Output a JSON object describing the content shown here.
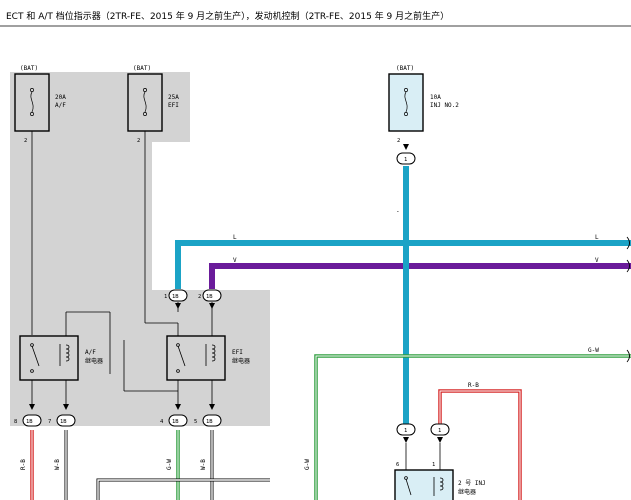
{
  "title": "ECT 和 A/T 档位指示器（2TR-FE、2015 年 9 月之前生产），发动机控制（2TR-FE、2015 年 9 月之前生产）",
  "colors": {
    "shade": "#d3d3d3",
    "wire_L": "#1ba3c6",
    "wire_V": "#6a1b9a",
    "wire_GW": "#2e9e3e",
    "wire_RB": "#d62828",
    "fuse_highlight": "#d9eef5"
  },
  "fuses": [
    {
      "source": "(BAT)",
      "rating": "20A",
      "name": "A/F",
      "pin": "2"
    },
    {
      "source": "(BAT)",
      "rating": "25A",
      "name": "EFI",
      "pin": "2"
    },
    {
      "source": "(BAT)",
      "rating": "10A",
      "name": "INJ NO.2",
      "pin": "2"
    }
  ],
  "relays": [
    {
      "name": "A/F",
      "sub": "继电器"
    },
    {
      "name": "EFI",
      "sub": "继电器"
    },
    {
      "name": "2 号 INJ",
      "sub": "继电器"
    }
  ],
  "connectors": {
    "c1_top": {
      "pin": "1",
      "code": "1B"
    },
    "c2_top": {
      "pin": "2",
      "code": "1B"
    },
    "c8": {
      "pin": "8",
      "code": "1B"
    },
    "c7": {
      "pin": "7",
      "code": "1B"
    },
    "c4": {
      "pin": "4",
      "code": "1B"
    },
    "c5": {
      "pin": "5",
      "code": "1B"
    },
    "inj_top": {
      "code": "1"
    },
    "inj_bot1": {
      "code": "1"
    },
    "inj_bot2": {
      "code": "1"
    },
    "inj_pin6": "6",
    "inj_pin1": "1"
  },
  "wires": {
    "L_left": "L",
    "L_right": "L",
    "V_left": "V",
    "V_right": "V",
    "GW": "G-W",
    "RB": "R-B",
    "vert1": "R-B",
    "vert2": "W-B",
    "vert3": "G-W",
    "vert4": "W-B",
    "vert5": "G-W"
  }
}
